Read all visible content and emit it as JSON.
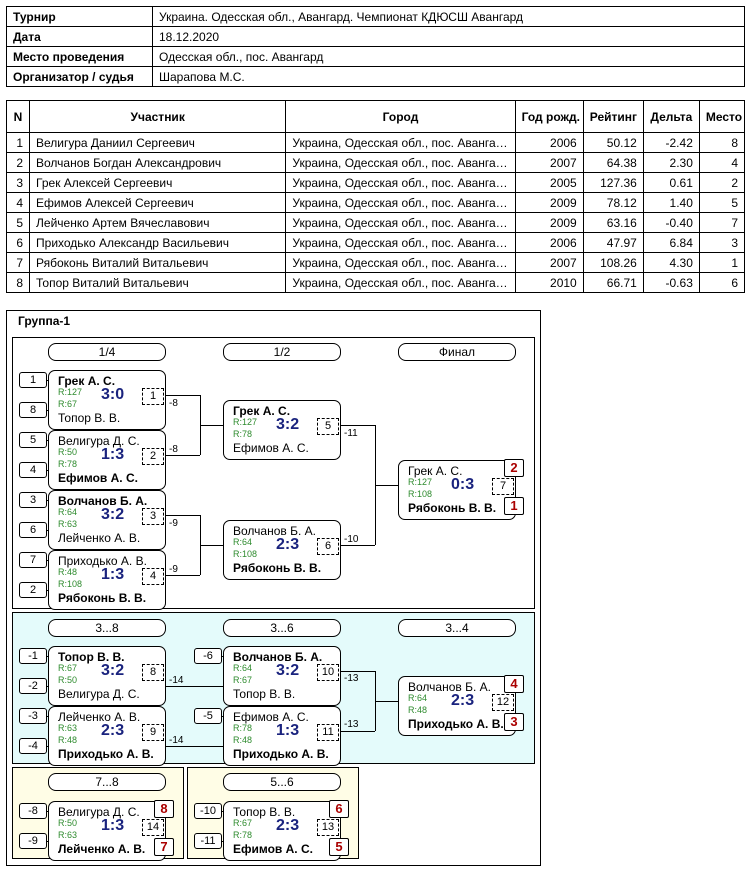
{
  "info": [
    {
      "key": "Турнир",
      "value": "Украина. Одесская обл., Авангард. Чемпионат КДЮСШ Авангард"
    },
    {
      "key": "Дата",
      "value": "18.12.2020"
    },
    {
      "key": "Место проведения",
      "value": "Одесская обл., пос. Авангард"
    },
    {
      "key": "Организатор / судья",
      "value": "Шарапова М.С."
    }
  ],
  "players": {
    "headers": [
      "N",
      "Участник",
      "Город",
      "Год рожд.",
      "Рейтинг",
      "Дельта",
      "Место"
    ],
    "rows": [
      [
        "1",
        "Велигура Даниил Сергеевич",
        "Украина, Одесская обл., пос. Авангард",
        "2006",
        "50.12",
        "-2.42",
        "8"
      ],
      [
        "2",
        "Волчанов Богдан Александрович",
        "Украина, Одесская обл., пос. Авангард",
        "2007",
        "64.38",
        "2.30",
        "4"
      ],
      [
        "3",
        "Грек Алексей Сергеевич",
        "Украина, Одесская обл., пос. Авангард",
        "2005",
        "127.36",
        "0.61",
        "2"
      ],
      [
        "4",
        "Ефимов Алексей Сергеевич",
        "Украина, Одесская обл., пос. Авангард",
        "2009",
        "78.12",
        "1.40",
        "5"
      ],
      [
        "5",
        "Лейченко Артем Вячеславович",
        "Украина, Одесская обл., пос. Авангард",
        "2009",
        "63.16",
        "-0.40",
        "7"
      ],
      [
        "6",
        "Приходько Александр Васильевич",
        "Украина, Одесская обл., пос. Авангард",
        "2006",
        "47.97",
        "6.84",
        "3"
      ],
      [
        "7",
        "Рябоконь Виталий Витальевич",
        "Украина, Одесская обл., пос. Авангард",
        "2007",
        "108.26",
        "4.30",
        "1"
      ],
      [
        "8",
        "Топор Виталий Витальевич",
        "Украина, Одесская обл., пос. Авангард",
        "2010",
        "66.71",
        "-0.63",
        "6"
      ]
    ]
  },
  "group": {
    "title": "Группа-1",
    "colors": {
      "main_bg": "#ffffff",
      "consolation_bg": "#e4fbfb",
      "placement_bg": "#fffde6",
      "score": "#1a237e",
      "rating": "#2e8b2e",
      "place": "#aa0000"
    },
    "headers": {
      "r14": "1/4",
      "r12": "1/2",
      "final": "Финал",
      "c38": "3...8",
      "c36": "3...6",
      "c34": "3...4",
      "c78": "7...8",
      "c56": "5...6"
    },
    "seeds": {
      "s1": "1",
      "s8": "8",
      "s5": "5",
      "s4": "4",
      "s3": "3",
      "s6": "6",
      "s7": "7",
      "s2": "2",
      "c1": "-1",
      "c2": "-2",
      "c3": "-3",
      "c4": "-4",
      "c6": "-6",
      "c5": "-5",
      "d8": "-8",
      "d9": "-9",
      "d10": "-10",
      "d11": "-11"
    },
    "links": {
      "l1": "-8",
      "l2": "-8",
      "l3": "-9",
      "l4": "-9",
      "l5": "-11",
      "l6": "-10",
      "l7": "-14",
      "l8": "-14",
      "l9": "-13",
      "l10": "-13"
    },
    "matches": {
      "m1": {
        "p1": "Грек А. С.",
        "r1": "R:127",
        "p2": "Топор В. В.",
        "r2": "R:67",
        "score": "3:0",
        "no": "1"
      },
      "m2": {
        "p1": "Велигура Д. С.",
        "r1": "R:50",
        "p2": "Ефимов А. С.",
        "r2": "R:78",
        "score": "1:3",
        "no": "2"
      },
      "m3": {
        "p1": "Волчанов Б. А.",
        "r1": "R:64",
        "p2": "Лейченко А. В.",
        "r2": "R:63",
        "score": "3:2",
        "no": "3"
      },
      "m4": {
        "p1": "Приходько А. В.",
        "r1": "R:48",
        "p2": "Рябоконь В. В.",
        "r2": "R:108",
        "score": "1:3",
        "no": "4"
      },
      "m5": {
        "p1": "Грек А. С.",
        "r1": "R:127",
        "p2": "Ефимов А. С.",
        "r2": "R:78",
        "score": "3:2",
        "no": "5"
      },
      "m6": {
        "p1": "Волчанов Б. А.",
        "r1": "R:64",
        "p2": "Рябоконь В. В.",
        "r2": "R:108",
        "score": "2:3",
        "no": "6"
      },
      "m7": {
        "p1": "Грек А. С.",
        "r1": "R:127",
        "p2": "Рябоконь В. В.",
        "r2": "R:108",
        "score": "0:3",
        "no": "7",
        "pl1": "2",
        "pl2": "1"
      },
      "m8": {
        "p1": "Топор В. В.",
        "r1": "R:67",
        "p2": "Велигура Д. С.",
        "r2": "R:50",
        "score": "3:2",
        "no": "8"
      },
      "m9": {
        "p1": "Лейченко А. В.",
        "r1": "R:63",
        "p2": "Приходько А. В.",
        "r2": "R:48",
        "score": "2:3",
        "no": "9"
      },
      "m10": {
        "p1": "Волчанов Б. А.",
        "r1": "R:64",
        "p2": "Топор В. В.",
        "r2": "R:67",
        "score": "3:2",
        "no": "10"
      },
      "m11": {
        "p1": "Ефимов А. С.",
        "r1": "R:78",
        "p2": "Приходько А. В.",
        "r2": "R:48",
        "score": "1:3",
        "no": "11"
      },
      "m12": {
        "p1": "Волчанов Б. А.",
        "r1": "R:64",
        "p2": "Приходько А. В.",
        "r2": "R:48",
        "score": "2:3",
        "no": "12",
        "pl1": "4",
        "pl2": "3"
      },
      "m13": {
        "p1": "Топор В. В.",
        "r1": "R:67",
        "p2": "Ефимов А. С.",
        "r2": "R:78",
        "score": "2:3",
        "no": "13",
        "pl1": "6",
        "pl2": "5"
      },
      "m14": {
        "p1": "Велигура Д. С.",
        "r1": "R:50",
        "p2": "Лейченко А. В.",
        "r2": "R:63",
        "score": "1:3",
        "no": "14",
        "pl1": "8",
        "pl2": "7"
      }
    }
  }
}
